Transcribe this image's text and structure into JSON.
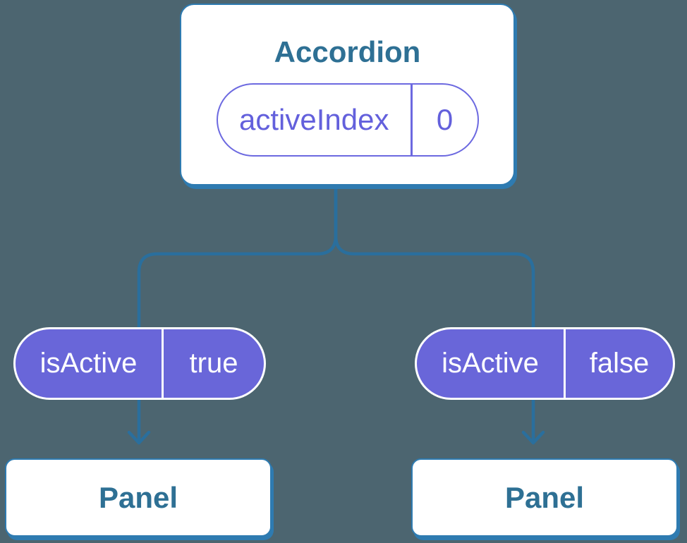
{
  "colors": {
    "background": "#4C6570",
    "connector": "#2A6F9D",
    "card_border": "#2E7BB1",
    "card_bg": "#FFFFFF",
    "heading_text": "#2E7094",
    "pill_fill": "#6966D9",
    "pill_text": "#FFFFFF",
    "state_pill_border": "#6C69E0",
    "state_pill_text": "#6360DC"
  },
  "accordion": {
    "title": "Accordion",
    "state": {
      "name": "activeIndex",
      "value": "0"
    }
  },
  "props": [
    {
      "name": "isActive",
      "value": "true"
    },
    {
      "name": "isActive",
      "value": "false"
    }
  ],
  "panels": [
    {
      "label": "Panel"
    },
    {
      "label": "Panel"
    }
  ]
}
